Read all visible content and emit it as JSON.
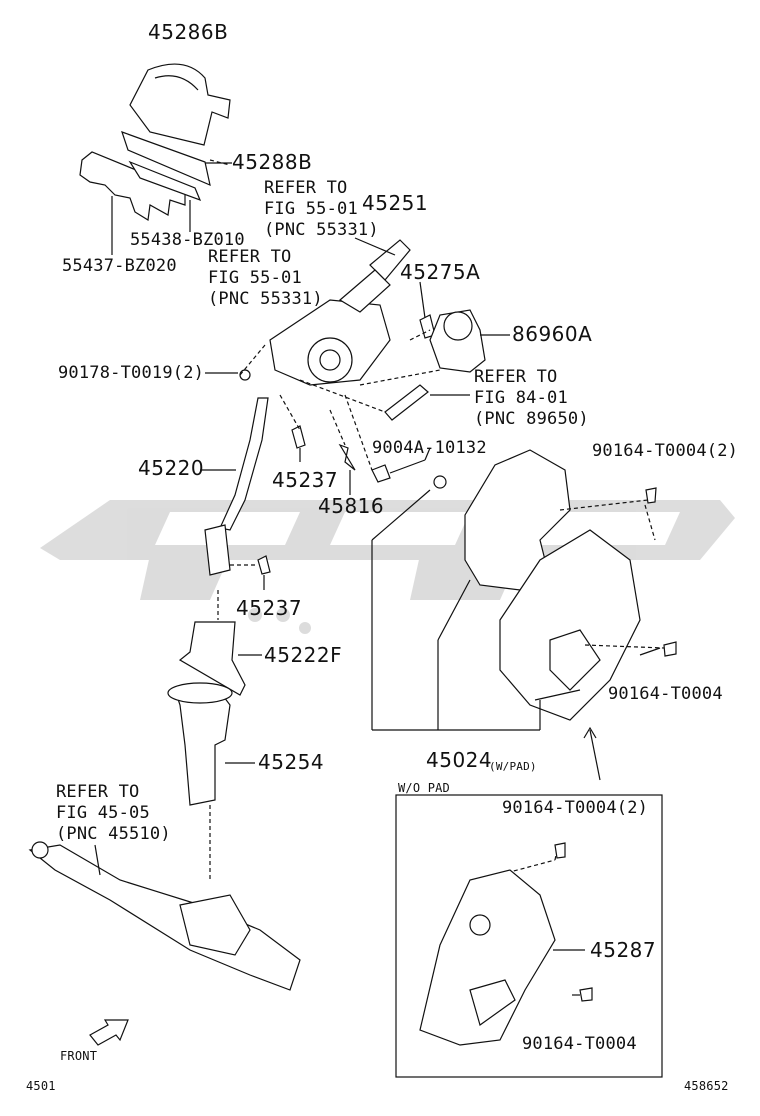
{
  "parts": {
    "p45286B": "45286B",
    "p45288B": "45288B",
    "p55438": "55438-BZ010",
    "p55437": "55437-BZ020",
    "p45251": "45251",
    "p45275A": "45275A",
    "p86960A": "86960A",
    "p90178": "90178-T0019(2)",
    "p45220": "45220",
    "p45237a": "45237",
    "p45816": "45816",
    "p9004A": "9004A-10132",
    "p90164_2": "90164-T0004(2)",
    "p45237b": "45237",
    "p45222F": "45222F",
    "p45254": "45254",
    "p90164_1": "90164-T0004",
    "p45024": "45024",
    "p45024_note": "(W/PAD)",
    "p90164_inset2": "90164-T0004(2)",
    "p45287": "45287",
    "p90164_inset1": "90164-T0004"
  },
  "refs": {
    "ref1": "REFER TO\nFIG 55-01\n(PNC 55331)",
    "ref2": "REFER TO\nFIG 55-01\n(PNC 55331)",
    "ref3": "REFER TO\nFIG 84-01\n(PNC 89650)",
    "ref4": "REFER TO\nFIG 45-05\n(PNC 45510)"
  },
  "inset_title": "W/O PAD",
  "front_label": "FRONT",
  "page_code": "4501",
  "figure_number": "458652",
  "colors": {
    "line": "#111111",
    "watermark": "#d6d6d6"
  }
}
